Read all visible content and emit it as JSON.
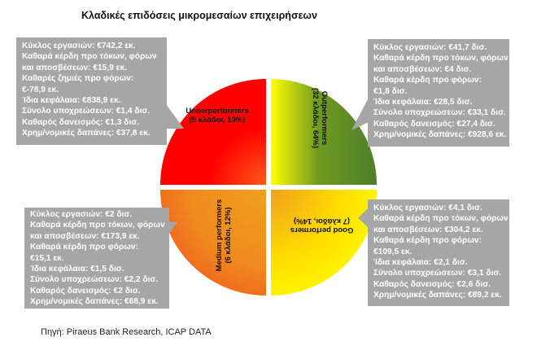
{
  "title": "Κλαδικές επιδόσεις μικρομεσαίων επιχειρήσεων",
  "source": "Πηγή: Piraeus Bank Research, ICAP DATA",
  "colors": {
    "box": "#a6a6a6",
    "red": "#ff0000",
    "green": "#4e7f2a",
    "orange": "#f0a01e",
    "yellow": "#ffff00"
  },
  "segments": [
    {
      "name": "Underperformers",
      "detail": "(5 κλάδοι, 10%)",
      "lines": [
        "Κύκλος εργασιών: €742,2 εκ.",
        "Καθαρά κέρδη προ τόκων, φόρων",
        "και αποσβέσεων: €15,9 εκ.",
        "Καθαρές ζημιές προ φόρων:",
        "€-78,9 εκ.",
        "Ίδια κεφάλαια: €838,9 εκ.",
        "Σύνολο υποχρεώσεων: €1,4 δισ.",
        "Καθαρός δανεισμός: €1,3 δισ.",
        "Χρημ/νομικές δαπάνες: €37,8 εκ."
      ]
    },
    {
      "name": "Outperformers",
      "detail": "(32 κλάδοι, 64%)",
      "lines": [
        "Κύκλος εργασιών: €41,7 δισ.",
        "Καθαρά κέρδη προ τόκων, φόρων",
        "και αποσβέσεων: €4 δισ.",
        "Καθαρά κέρδη προ φόρων:",
        "€1,8 δισ.",
        "Ίδια κεφάλαια: €28,5 δισ.",
        "Σύνολο υποχρεώσεων: €33,1 δισ.",
        "Καθαρός δανεισμός: €27,4 δισ.",
        "Χρημ/νομικές δαπάνες: €928,6 εκ."
      ]
    },
    {
      "name": "Medium performers",
      "detail": "(6 κλάδοι, 12%)",
      "lines": [
        "Κύκλος εργασιών: €2 δισ.",
        "Καθαρά κέρδη προ τόκων, φόρων",
        "και αποσβέσεων: €173,9 εκ.",
        "Καθαρά κέρδη προ φόρων:",
        "€15,1 εκ.",
        "Ίδια κεφάλαια: €1,5 δισ.",
        "Σύνολο υποχρεώσεων: €2,2 δισ.",
        "Καθαρός δανεισμός: €2 δισ.",
        "Χρημ/νομικές δαπάνες: €68,9 εκ."
      ]
    },
    {
      "name": "Good performers",
      "detail": "(7 κλάδοι, 14%)",
      "lines": [
        "Κύκλος εργασιών: €4,1 δισ.",
        "Καθαρά κέρδη προ τόκων, φόρων",
        "και αποσβέσεων: €304,2 εκ.",
        "Καθαρά κέρδη προ φόρων:",
        "€109,5 εκ.",
        "Ίδια κεφάλαια: €2,1 δισ.",
        "Σύνολο υποχρεώσεων: €3,1 δισ.",
        "Καθαρός δανεισμός: €2,6 δισ.",
        "Χρημ/νομικές δαπάνες: €89,2 εκ."
      ]
    }
  ]
}
